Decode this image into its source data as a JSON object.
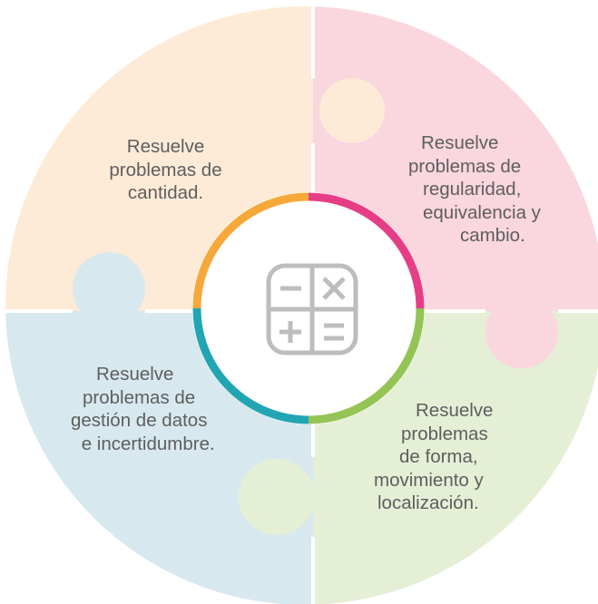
{
  "colors": {
    "quantity": "#fdebd7",
    "regularity": "#fad6df",
    "data": "#d7e9ee",
    "form": "#e5efd6",
    "ring_orange": "#f6a83b",
    "ring_pink": "#e63e86",
    "ring_green": "#94c455",
    "ring_teal": "#21a5b3",
    "icon": "#bdbdbd",
    "text": "#5e5e5e"
  },
  "center_icon": "calculator-icon",
  "pieces": [
    {
      "id": "quantity",
      "lines": [
        "Resuelve",
        "problemas de",
        "cantidad."
      ]
    },
    {
      "id": "regularity",
      "lines": [
        "Resuelve",
        "problemas de",
        "regularidad,",
        "equivalencia y",
        "cambio."
      ]
    },
    {
      "id": "data",
      "lines": [
        "Resuelve",
        "problemas de",
        "gestión de datos",
        " e incertidumbre."
      ]
    },
    {
      "id": "form",
      "lines": [
        "Resuelve",
        "problemas",
        "de forma,",
        "movimiento y",
        "localización."
      ]
    }
  ]
}
